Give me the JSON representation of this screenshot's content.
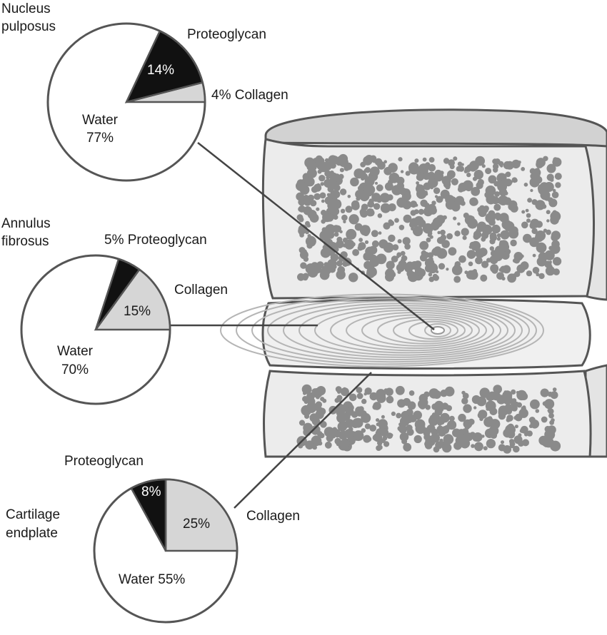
{
  "colors": {
    "water": "#ffffff",
    "proteoglycan": "#111111",
    "collagen": "#d6d6d6",
    "outline": "#555555",
    "bone_fill": "#ececec",
    "bone_dots": "#8a8a8a",
    "disc_rings": "#b5b5b5"
  },
  "pies": [
    {
      "id": "nucleus",
      "region_label": [
        "Nucleus",
        "pulposus"
      ],
      "slices": [
        {
          "name": "Water",
          "value": 77,
          "color_key": "water"
        },
        {
          "name": "Proteoglycan",
          "value": 14,
          "color_key": "proteoglycan"
        },
        {
          "name": "Collagen",
          "value": 4,
          "color_key": "collagen"
        }
      ],
      "labels": {
        "proteoglycan_name": "Proteoglycan",
        "proteoglycan_pct": "14%",
        "collagen": "4% Collagen",
        "water_name": "Water",
        "water_pct": "77%"
      }
    },
    {
      "id": "annulus",
      "region_label": [
        "Annulus",
        "fibrosus"
      ],
      "slices": [
        {
          "name": "Water",
          "value": 70,
          "color_key": "water"
        },
        {
          "name": "Proteoglycan",
          "value": 5,
          "color_key": "proteoglycan"
        },
        {
          "name": "Collagen",
          "value": 15,
          "color_key": "collagen"
        }
      ],
      "labels": {
        "proteoglycan": "5% Proteoglycan",
        "collagen_name": "Collagen",
        "collagen_pct": "15%",
        "water_name": "Water",
        "water_pct": "70%"
      }
    },
    {
      "id": "endplate",
      "region_label": [
        "Cartilage",
        "endplate"
      ],
      "slices": [
        {
          "name": "Water",
          "value": 55,
          "color_key": "water"
        },
        {
          "name": "Proteoglycan",
          "value": 8,
          "color_key": "proteoglycan"
        },
        {
          "name": "Collagen",
          "value": 25,
          "color_key": "collagen"
        }
      ],
      "labels": {
        "proteoglycan_name": "Proteoglycan",
        "proteoglycan_pct": "8%",
        "collagen_name": "Collagen",
        "collagen_pct": "25%",
        "water": "Water 55%"
      }
    }
  ]
}
